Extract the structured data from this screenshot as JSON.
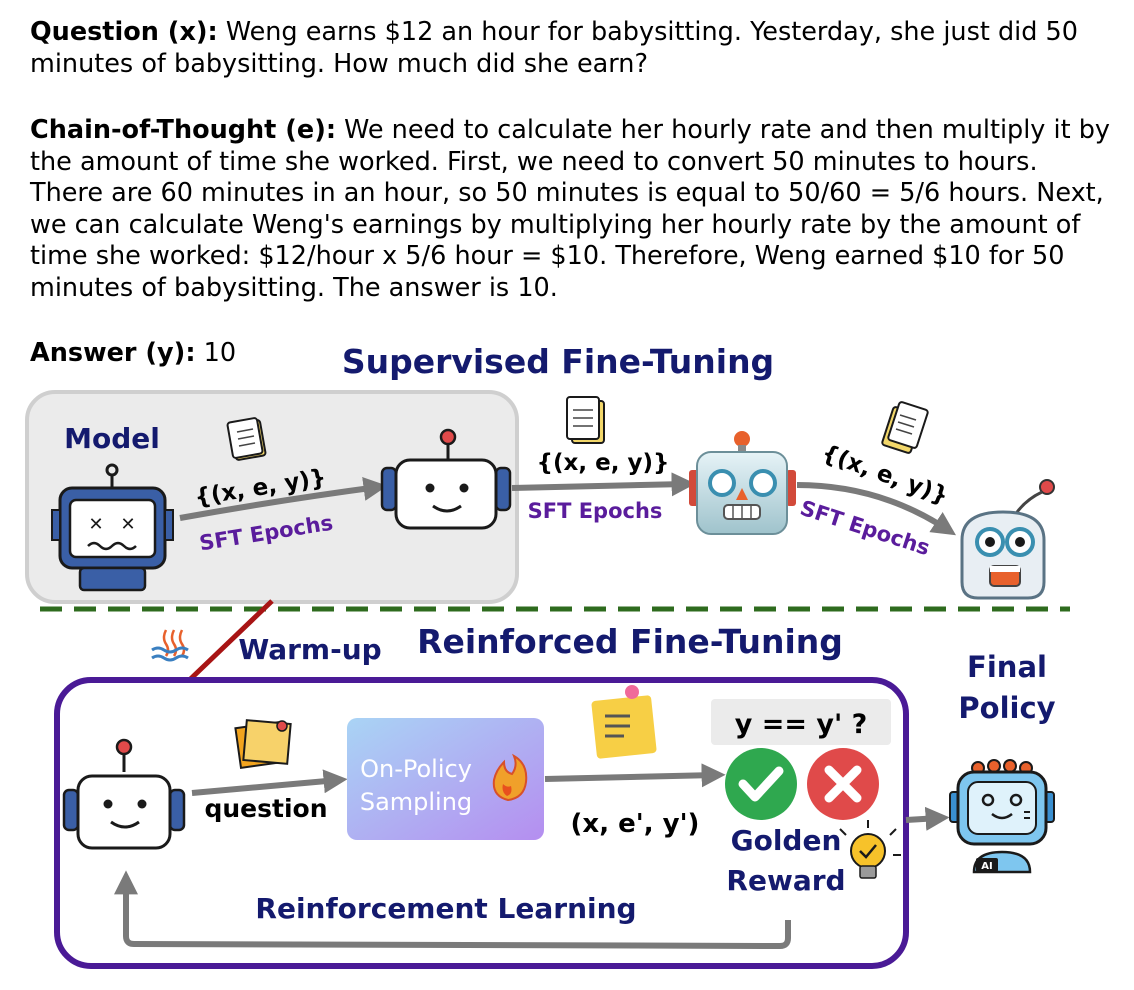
{
  "question": {
    "label": "Question (x)",
    "text": "Weng earns $12 an hour for babysitting. Yesterday, she just did 50 minutes of babysitting. How much did she earn?"
  },
  "cot": {
    "label": "Chain-of-Thought (e)",
    "text": "We need to calculate her hourly rate and then multiply it by the amount of time she worked. First, we need to convert 50 minutes to hours. There are 60 minutes in an hour, so 50 minutes is equal to 50/60 = 5/6 hours. Next, we can calculate Weng's earnings by multiplying her hourly rate by the amount of time she worked:  $12/hour x 5/6 hour = $10. Therefore, Weng earned $10 for 50 minutes of babysitting. The answer is 10."
  },
  "answer": {
    "label": "Answer (y)",
    "value": "10"
  },
  "sft": {
    "title": "Supervised Fine-Tuning",
    "model_label": "Model",
    "data_label": "{(x, e, y)}",
    "epochs_label": "SFT Epochs"
  },
  "rft": {
    "warmup_label": "Warm-up",
    "title": "Reinforced Fine-Tuning",
    "question_label": "question",
    "sampling_label_1": "On-Policy",
    "sampling_label_2": "Sampling",
    "sample_label": "(x, e', y')",
    "check_label": "y == y' ?",
    "golden_reward_1": "Golden",
    "golden_reward_2": "Reward",
    "rl_label": "Reinforcement Learning",
    "final_policy_1": "Final",
    "final_policy_2": "Policy",
    "ai_badge": "AI"
  },
  "colors": {
    "navy_text": "#141a6e",
    "purple_text": "#5a1c9c",
    "rft_border": "#4a1a96",
    "dash_line": "#2e6b1e",
    "warmup_arrow": "#a81414",
    "check_green": "#2fa84f",
    "cross_red": "#e04a4a"
  },
  "icons": [
    "document-icon",
    "robot-icon",
    "fire-icon",
    "sticky-note-icon",
    "check-icon",
    "cross-icon",
    "lightbulb-icon",
    "heat-icon"
  ]
}
